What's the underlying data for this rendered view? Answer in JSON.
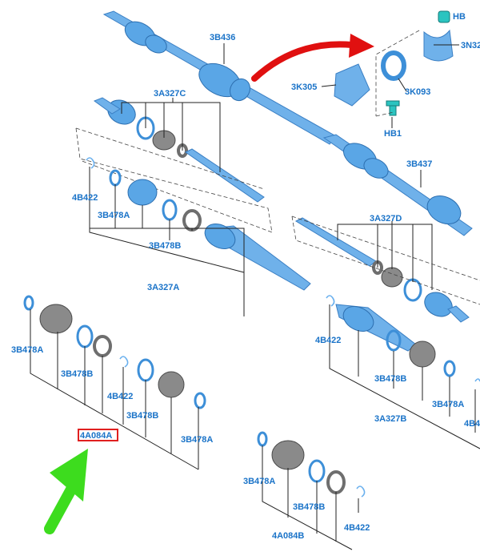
{
  "labels": {
    "hb_top": "HB",
    "n32": "3N32",
    "b436": "3B436",
    "k305": "3K305",
    "k093": "3K093",
    "hb1": "HB1",
    "a327c": "3A327C",
    "b437": "3B437",
    "b422_a": "4B422",
    "b478a_a": "3B478A",
    "b478b_a": "3B478B",
    "a327a": "3A327A",
    "a327d": "3A327D",
    "b478a_b": "3B478A",
    "b478b_b": "3B478B",
    "b422_b": "4B422",
    "b478b_c": "3B478B",
    "b478a_c": "3B478A",
    "a084a": "4A084A",
    "b422_c": "4B422",
    "b478b_d": "3B478B",
    "a327b": "3A327B",
    "b478a_d": "3B478A",
    "b4_edge": "4B4",
    "b478a_e": "3B478A",
    "b478b_e": "3B478B",
    "a084b": "4A084B",
    "b422_d": "4B422"
  },
  "colors": {
    "part_blue": "#6fb1ea",
    "label_blue": "#1a73c8",
    "highlight_red": "#e02020",
    "arrow_red": "#e01010",
    "arrow_green": "#3ddc1e",
    "bolt_teal": "#2bc4c0"
  },
  "icons": {
    "red_arrow": "curved-arrow-icon",
    "green_arrow": "pointer-arrow-icon"
  }
}
